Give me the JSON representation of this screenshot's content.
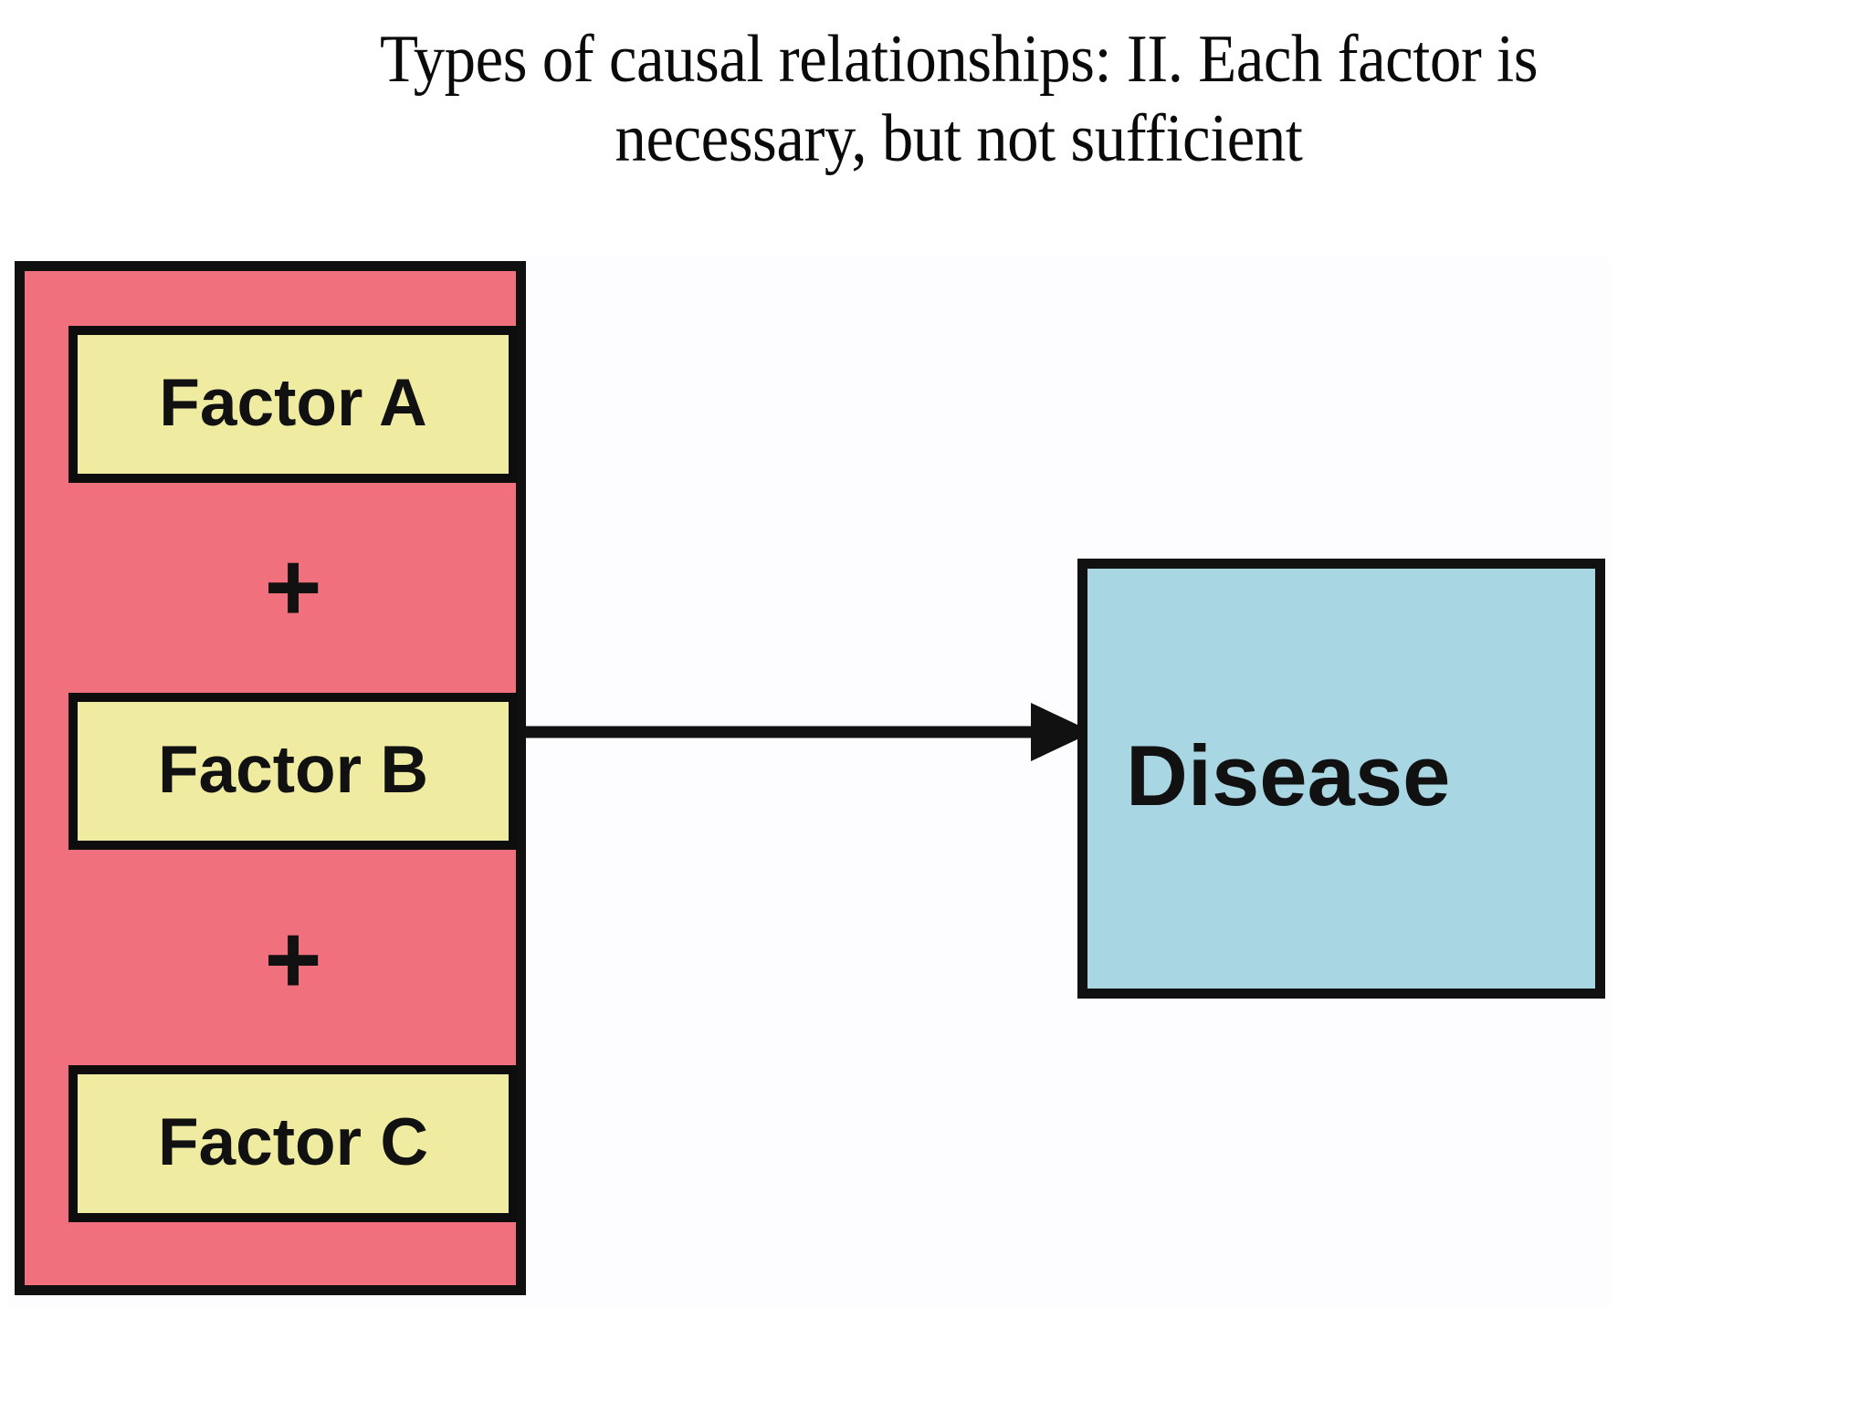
{
  "slide": {
    "title": "Types of causal relationships: II. Each factor is\nnecessary, but not sufficient",
    "background_color": "#ffffff"
  },
  "diagram": {
    "type": "causal-diagram",
    "canvas_background": "#fdfcfe",
    "factor_group": {
      "panel_color": "#f0707e",
      "panel_border_color": "#101010",
      "box_fill_color": "#efeca2",
      "box_border_color": "#0d0d0d",
      "boxes": [
        {
          "label": "Factor A"
        },
        {
          "label": "Factor B"
        },
        {
          "label": "Factor C"
        }
      ],
      "operators": [
        {
          "symbol": "+"
        },
        {
          "symbol": "+"
        }
      ]
    },
    "arrow": {
      "direction": "right",
      "color": "#111111",
      "from": "Factor group",
      "to": "Disease"
    },
    "outcome": {
      "label": "Disease",
      "fill_color": "#a9d6e3",
      "border_color": "#111111"
    }
  }
}
